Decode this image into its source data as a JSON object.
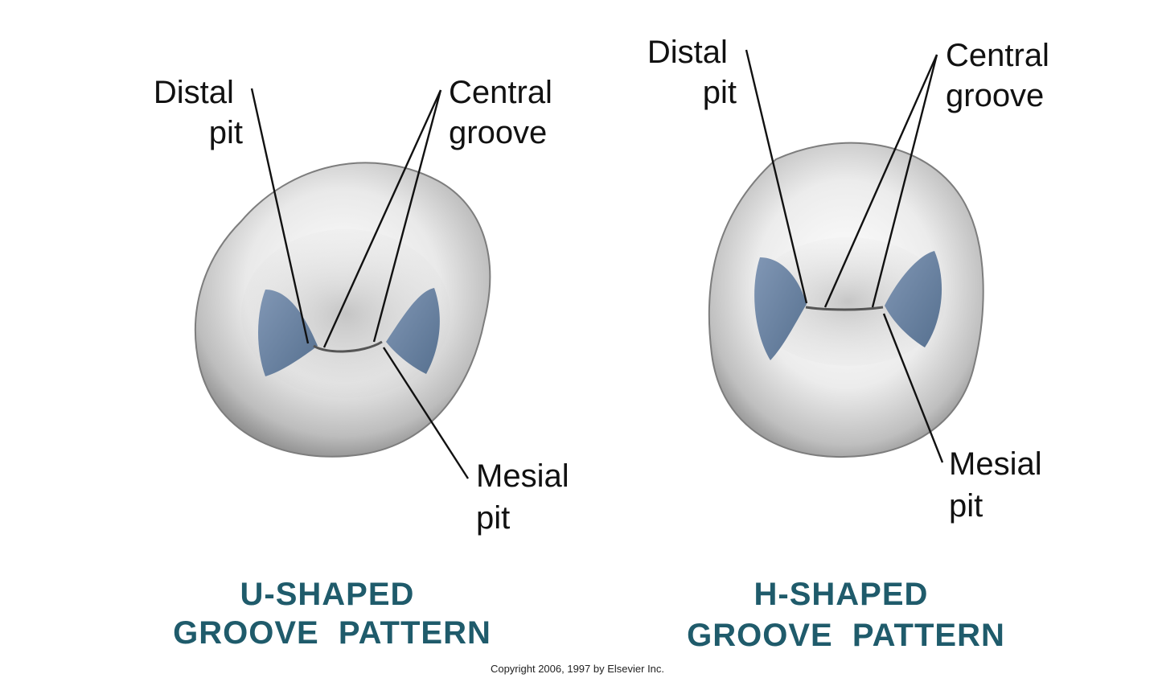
{
  "figure": {
    "left": {
      "labels": {
        "distal_pit": [
          "Distal",
          "pit"
        ],
        "central_groove": [
          "Central",
          "groove"
        ],
        "mesial_pit": [
          "Mesial",
          "pit"
        ]
      },
      "caption": [
        "U-SHAPED",
        "GROOVE  PATTERN"
      ]
    },
    "right": {
      "labels": {
        "distal_pit": [
          "Distal",
          "pit"
        ],
        "central_groove": [
          "Central",
          "groove"
        ],
        "mesial_pit": [
          "Mesial",
          "pit"
        ]
      },
      "caption": [
        "H-SHAPED",
        "GROOVE  PATTERN"
      ]
    },
    "copyright": "Copyright 2006, 1997 by Elsevier Inc."
  },
  "colors": {
    "pit_shade": "#6d86a6",
    "caption": "#1f5b6b",
    "enamel": "#e6e6e6"
  }
}
